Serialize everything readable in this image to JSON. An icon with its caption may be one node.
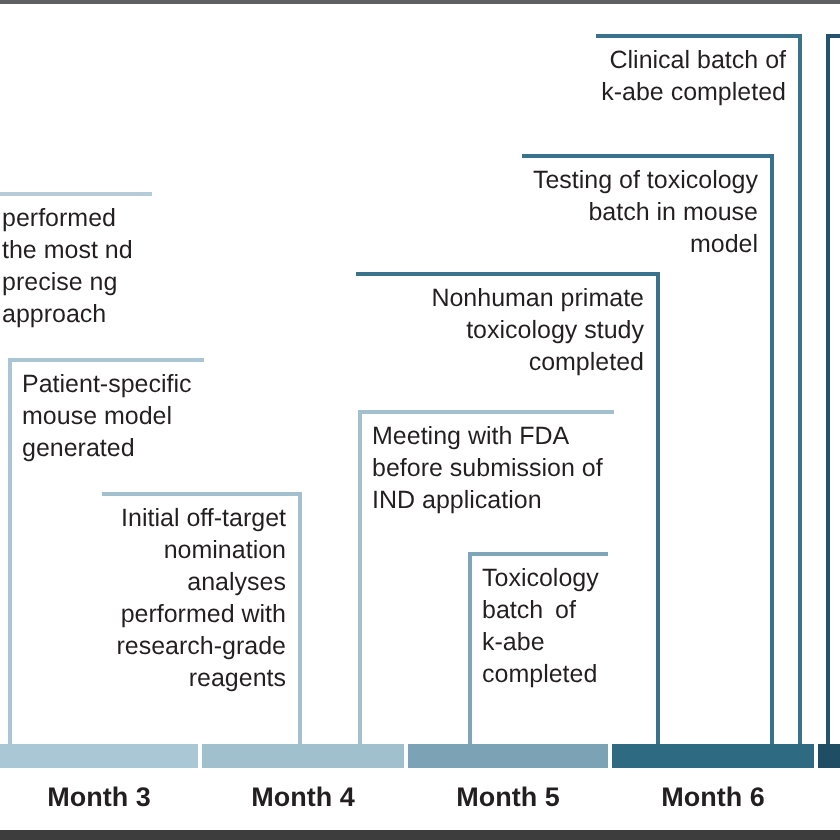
{
  "diagram": {
    "nodes": [
      {
        "text": [
          "performed the most nd precise ng approach"
        ]
      },
      {
        "text": [
          "Patient-specific mouse model generated"
        ]
      },
      {
        "text": [
          "Initial off-target nomination analyses performed with research-grade reagents"
        ]
      },
      {
        "text": [
          "Meeting with FDA before submission of IND application"
        ]
      },
      {
        "text": [
          "Toxicology batch of k-abe completed"
        ]
      },
      {
        "text": [
          "Nonhuman primate toxicology study completed"
        ]
      },
      {
        "text": [
          "Testing of toxicology batch in mouse model"
        ]
      },
      {
        "text": [
          "Clinical batch of k-abe completed"
        ]
      },
      {
        "text": [],
        "shape": "box"
      },
      {
        "text": [
          "Month 3"
        ]
      },
      {
        "text": [
          "Month 4"
        ]
      },
      {
        "text": [
          "Month 5"
        ]
      },
      {
        "text": [
          "Month 6"
        ]
      },
      {
        "text": [],
        "shape": "bar"
      }
    ],
    "edges": [
      {
        "from": 1,
        "to": 9,
        "arrow": "none",
        "color": "#a9c6d4"
      },
      {
        "from": 2,
        "to": 10,
        "arrow": "none",
        "color": "#a3c0ce"
      },
      {
        "from": 3,
        "to": 10,
        "arrow": "none",
        "color": "#a3c0ce"
      },
      {
        "from": 4,
        "to": 11,
        "arrow": "none",
        "color": "#7fa5b8"
      },
      {
        "from": 5,
        "to": 12,
        "arrow": "none"
      },
      {
        "from": 6,
        "to": 12,
        "arrow": "none"
      },
      {
        "from": 7,
        "to": 12,
        "arrow": "none"
      },
      {
        "from": 8,
        "to": 13,
        "arrow": "none",
        "color": "#25536b"
      }
    ]
  }
}
